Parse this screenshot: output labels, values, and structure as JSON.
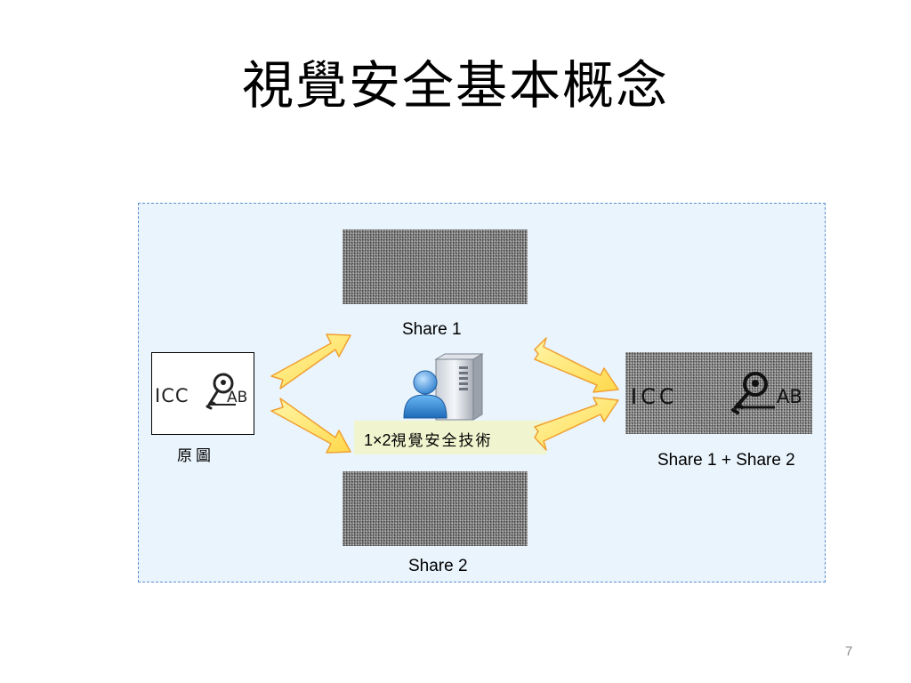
{
  "slide": {
    "title": "視覺安全基本概念",
    "page_number": "7"
  },
  "diagram": {
    "original_label": "原圖",
    "share1_label": "Share 1",
    "share2_label": "Share 2",
    "result_label": "Share 1 + Share 2",
    "technique_number": "1×2",
    "technique_text": "視覺安全技術",
    "logo": {
      "left_text": "ICC",
      "right_text": "AB"
    }
  },
  "colors": {
    "panel_fill": "#eaf4fc",
    "panel_border": "#5b8fd0",
    "arrow_fill": "#ffe85c",
    "arrow_stroke": "#f0a030",
    "technique_box": "#f1f5cf",
    "user_icon": "#3a8fd8"
  },
  "icons": [
    "key-icon",
    "user-icon",
    "server-icon",
    "arrow-icon"
  ]
}
